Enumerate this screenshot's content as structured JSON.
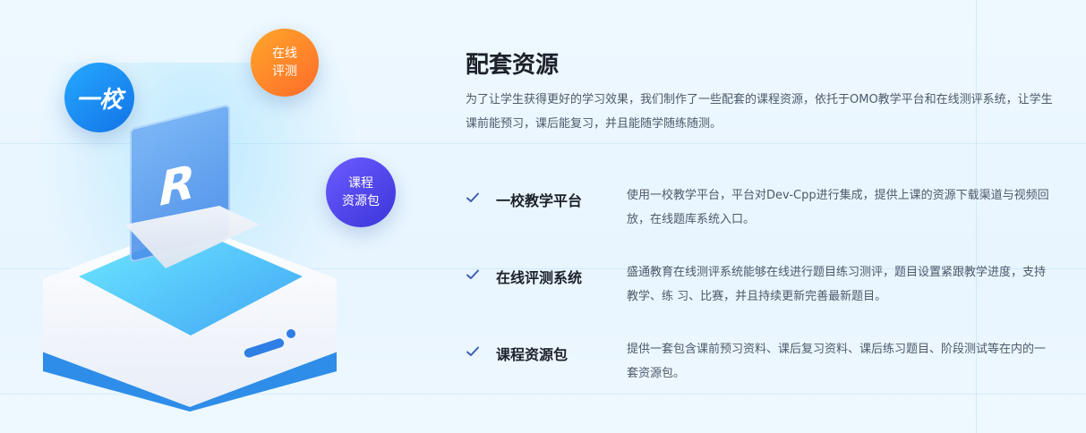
{
  "illustration": {
    "bubble_blue": "一校",
    "bubble_orange_line1": "在线",
    "bubble_orange_line2": "评测",
    "bubble_purple_line1": "课程",
    "bubble_purple_line2": "资源包",
    "screen_logo": "R"
  },
  "section": {
    "title": "配套资源",
    "description": "为了让学生获得更好的学习效果，我们制作了一些配套的课程资源，依托于OMO教学平台和在线测评系统，让学生课前能预习，课后能复习，并且能随学随练随测。"
  },
  "features": [
    {
      "icon": "check-icon",
      "title": "一校教学平台",
      "desc": "使用一校教学平台，平台对Dev-Cpp进行集成，提供上课的资源下载渠道与视频回放，在线题库系统入口。"
    },
    {
      "icon": "check-icon",
      "title": "在线评测系统",
      "desc": "盛通教育在线测评系统能够在线进行题目练习测评，题目设置紧跟教学进度，支持教学、练 习、比赛，并且持续更新完善最新题目。"
    },
    {
      "icon": "check-icon",
      "title": "课程资源包",
      "desc": "提供一套包含课前预习资料、课后复习资料、课后练习题目、阶段测试等在内的一套资源包。"
    }
  ],
  "colors": {
    "accent": "#2e7ee6",
    "check": "#3a5fb0"
  }
}
